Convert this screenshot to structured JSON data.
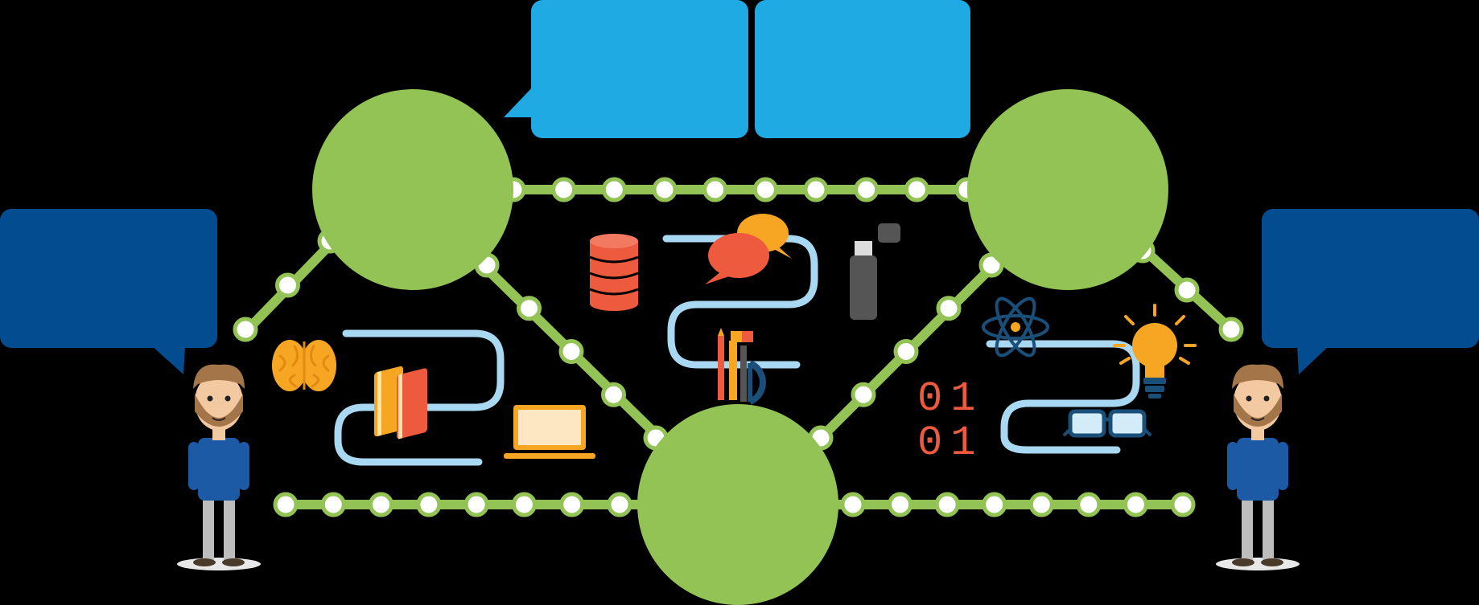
{
  "diagram": {
    "background": "#000000",
    "colors": {
      "track": "#93C255",
      "node": "#93C255",
      "station_fill": "#FFFFFF",
      "bubble_light": "#1FAAE3",
      "bubble_dark": "#034C90",
      "path_ribbon": "#A9D8F2",
      "person_shirt": "#1D5AA6",
      "person_hair": "#A5754A",
      "person_pants": "#BDBDBD"
    },
    "hubs": [
      {
        "id": "hub-top-left"
      },
      {
        "id": "hub-top-right"
      },
      {
        "id": "hub-bottom-center"
      }
    ],
    "speech_bubbles": [
      {
        "id": "bubble-top-left",
        "color": "bubble_light",
        "text": ""
      },
      {
        "id": "bubble-top-right",
        "color": "bubble_light",
        "text": ""
      },
      {
        "id": "bubble-left-person",
        "color": "bubble_dark",
        "text": ""
      },
      {
        "id": "bubble-right-person",
        "color": "bubble_dark",
        "text": ""
      }
    ],
    "people": [
      {
        "id": "person-left"
      },
      {
        "id": "person-right"
      }
    ],
    "icons": [
      "brain-icon",
      "books-icon",
      "laptop-icon",
      "database-icon",
      "chat-bubbles-icon",
      "usb-drive-icon",
      "stationery-icon",
      "atom-icon",
      "light-bulb-icon",
      "binary-code-icon",
      "glasses-icon"
    ],
    "binary_text": {
      "row1": "01",
      "row2": "01"
    }
  }
}
